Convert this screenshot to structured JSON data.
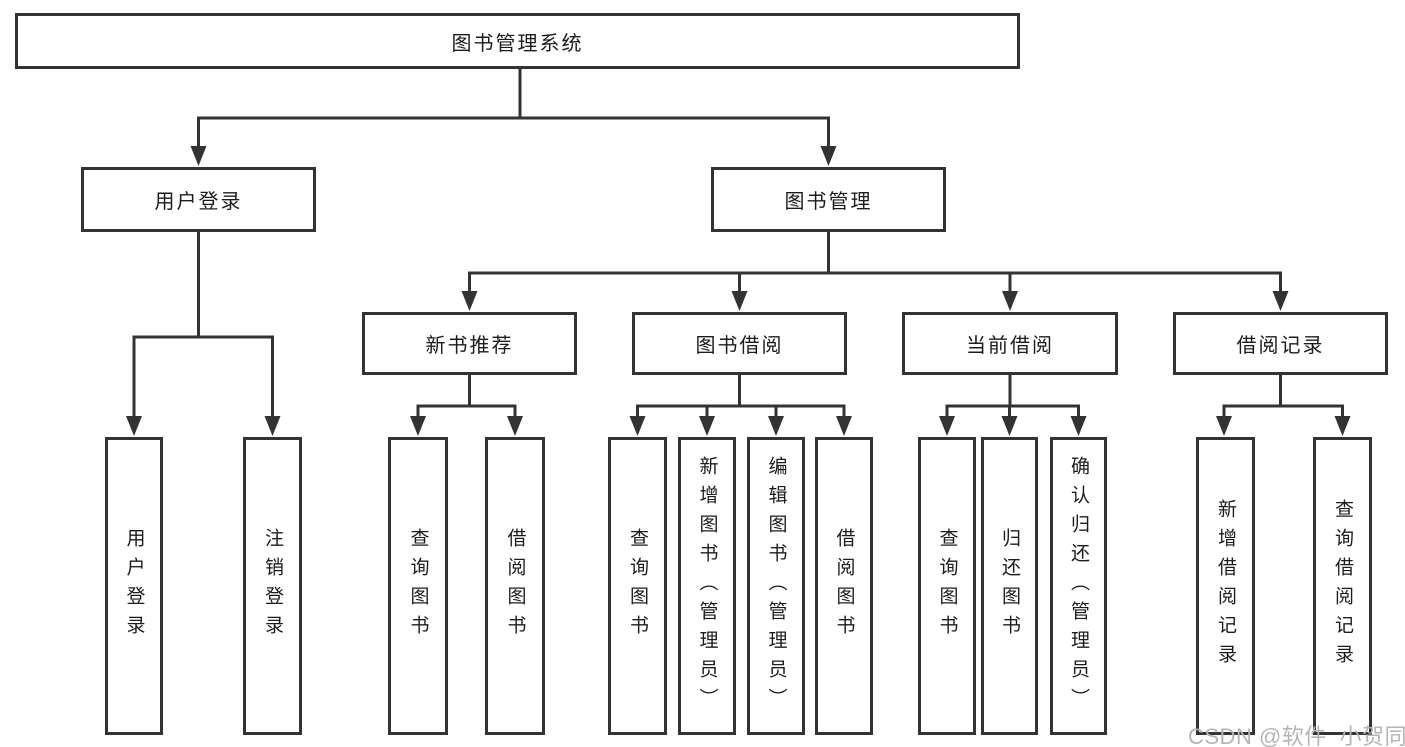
{
  "nodes": {
    "root": "图书管理系统",
    "user_login": "用户登录",
    "book_mgmt": "图书管理",
    "new_book": "新书推荐",
    "book_borrow": "图书借阅",
    "current_borrow": "当前借阅",
    "borrow_record": "借阅记录",
    "user_login_leaf": "用户登录",
    "logout_leaf": "注销登录",
    "nb_query": "查询图书",
    "nb_borrow": "借阅图书",
    "bb_query": "查询图书",
    "bb_add": "新增图书（管理员）",
    "bb_edit": "编辑图书（管理员）",
    "bb_borrow": "借阅图书",
    "cb_query": "查询图书",
    "cb_return": "归还图书",
    "cb_confirm": "确认归还（管理员）",
    "br_add": "新增借阅记录",
    "br_query": "查询借阅记录"
  },
  "watermark": "CSDN @软件_小贺同学",
  "colors": {
    "line": "#333333",
    "text": "#1c1c1c",
    "watermark": "#b5b5b5",
    "background": "#ffffff"
  }
}
